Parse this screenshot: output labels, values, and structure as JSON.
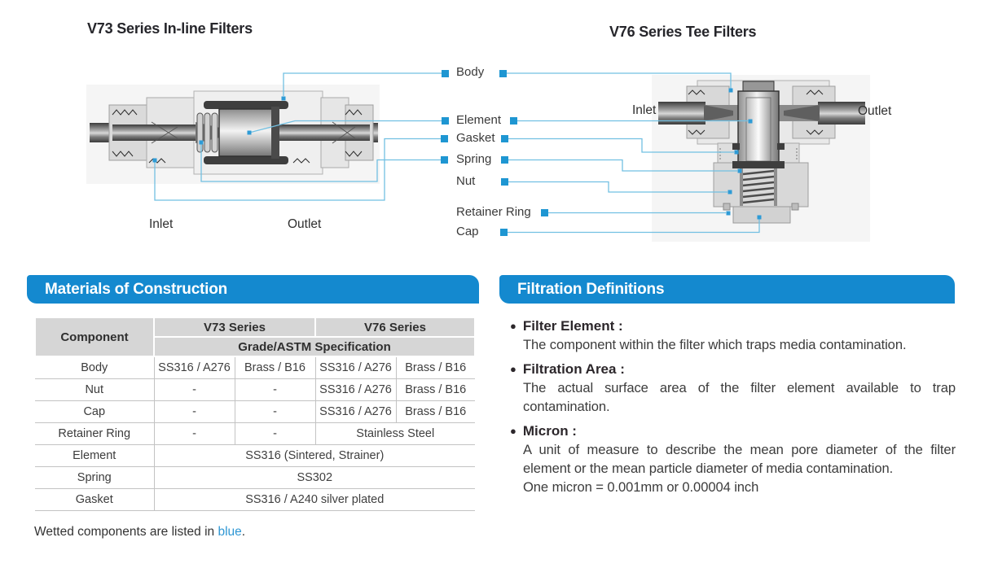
{
  "titles": {
    "v73": "V73 Series In-line Filters",
    "v76": "V76 Series Tee Filters"
  },
  "diagram_labels": {
    "v73_inlet": "Inlet",
    "v73_outlet": "Outlet",
    "v76_inlet": "Inlet",
    "v76_outlet": "Outlet"
  },
  "parts": [
    "Body",
    "Element",
    "Gasket",
    "Spring",
    "Nut",
    "Retainer Ring",
    "Cap"
  ],
  "materials": {
    "section_title": "Materials of Construction",
    "table": {
      "component_header": "Component",
      "v73_header": "V73 Series",
      "v76_header": "V76 Series",
      "spec_header": "Grade/ASTM Specification",
      "rows": [
        {
          "component": "Body",
          "cells": [
            "SS316 / A276",
            "Brass / B16",
            "SS316 / A276",
            "Brass / B16"
          ]
        },
        {
          "component": "Nut",
          "cells": [
            "-",
            "-",
            "SS316 / A276",
            "Brass / B16"
          ]
        },
        {
          "component": "Cap",
          "cells": [
            "-",
            "-",
            "SS316 / A276",
            "Brass / B16"
          ]
        },
        {
          "component": "Retainer Ring",
          "cells": [
            "-",
            "-",
            "Stainless Steel"
          ]
        },
        {
          "component": "Element",
          "cells": [
            "SS316 (Sintered, Strainer)"
          ]
        },
        {
          "component": "Spring",
          "cells": [
            "SS302"
          ]
        },
        {
          "component": "Gasket",
          "cells": [
            "SS316 / A240 silver plated"
          ]
        }
      ]
    },
    "note": {
      "prefix": "Wetted components are listed in ",
      "highlight": "blue",
      "suffix": "."
    }
  },
  "definitions": {
    "section_title": "Filtration Definitions",
    "items": [
      {
        "term": "Filter Element :",
        "text": "The component within the filter which traps media contamination."
      },
      {
        "term": "Filtration Area :",
        "text": "The actual surface area of the filter element available to trap contamination."
      },
      {
        "term": "Micron :",
        "text": "A unit of measure to describe the mean pore diameter of the filter element or the mean particle diameter of media contamination.",
        "text2": "One micron = 0.001mm or 0.00004 inch"
      }
    ]
  },
  "colors": {
    "accent": "#1489cf",
    "blue_text": "#2f97d4",
    "connector": "#72c0e2",
    "marker": "#1e96d2"
  }
}
